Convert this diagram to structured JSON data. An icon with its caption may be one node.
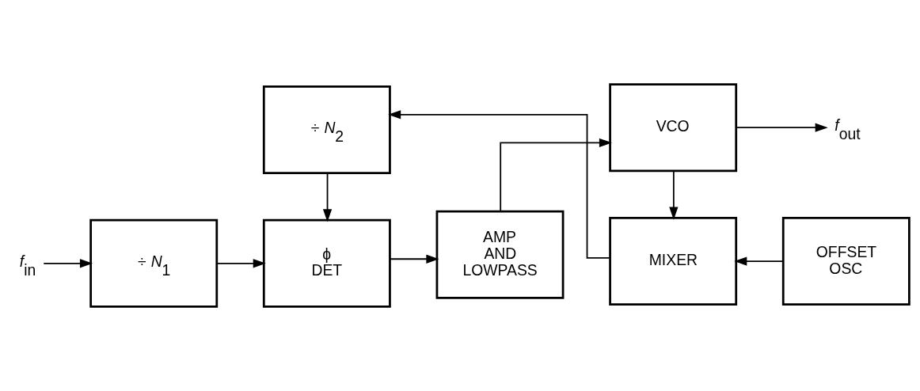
{
  "diagram": {
    "nodes": [
      {
        "text": [
          "*f*$_{in}$"
        ]
      },
      {
        "text": [
          "÷ *N*$_{1}$"
        ]
      },
      {
        "text": [
          "ϕ DET"
        ]
      },
      {
        "text": [
          "AMP AND LOWPASS"
        ]
      },
      {
        "text": [
          "VCO"
        ]
      },
      {
        "text": [
          "*f*$_{out}$"
        ]
      },
      {
        "text": [
          "÷ *N*$_{2}$"
        ]
      },
      {
        "text": [
          "MIXER"
        ]
      },
      {
        "text": [
          "OFFSET OSC"
        ]
      }
    ],
    "edges": [
      {
        "from": 0,
        "to": 1,
        "arrow": "to"
      },
      {
        "from": 1,
        "to": 2,
        "arrow": "to"
      },
      {
        "from": 2,
        "to": 3,
        "arrow": "to"
      },
      {
        "from": 3,
        "to": 4,
        "arrow": "to"
      },
      {
        "from": 4,
        "to": 5,
        "arrow": "to"
      },
      {
        "from": 4,
        "to": 7,
        "arrow": "to"
      },
      {
        "from": 7,
        "to": 6,
        "arrow": "to"
      },
      {
        "from": 6,
        "to": 2,
        "arrow": "to"
      },
      {
        "from": 8,
        "to": 7,
        "arrow": "to"
      }
    ]
  }
}
